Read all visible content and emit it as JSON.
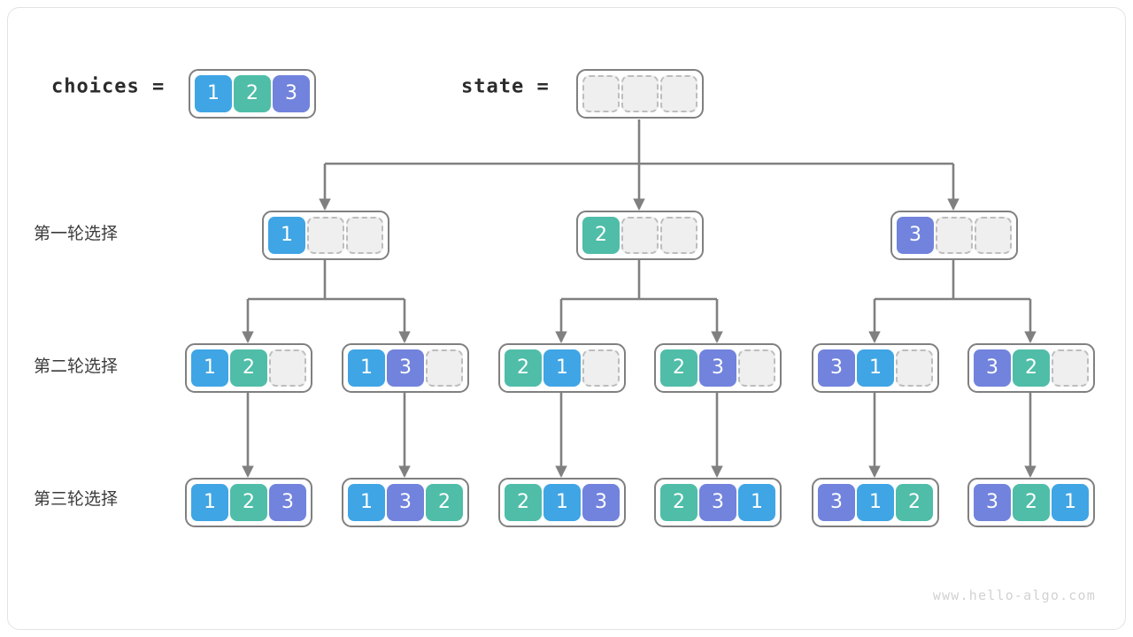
{
  "page": {
    "watermark": "www.hello-algo.com",
    "colors": {
      "value1": "#3FA5E5",
      "value2": "#4FBDA8",
      "value3": "#7183DC",
      "empty_fill": "#efefef",
      "empty_border": "#bdbdbd",
      "array_border": "#808080",
      "edge": "#808080",
      "frame": "#e3e3e3"
    }
  },
  "header": {
    "choices_label": "choices =",
    "choices_values": [
      "1",
      "2",
      "3"
    ],
    "state_label": "state =",
    "state_values": [
      "",
      "",
      ""
    ]
  },
  "row_labels": {
    "round1": "第一轮选择",
    "round2": "第二轮选择",
    "round3": "第三轮选择"
  },
  "tree": {
    "round1": [
      {
        "values": [
          "1",
          "",
          ""
        ]
      },
      {
        "values": [
          "2",
          "",
          ""
        ]
      },
      {
        "values": [
          "3",
          "",
          ""
        ]
      }
    ],
    "round2": [
      {
        "values": [
          "1",
          "2",
          ""
        ]
      },
      {
        "values": [
          "1",
          "3",
          ""
        ]
      },
      {
        "values": [
          "2",
          "1",
          ""
        ]
      },
      {
        "values": [
          "2",
          "3",
          ""
        ]
      },
      {
        "values": [
          "3",
          "1",
          ""
        ]
      },
      {
        "values": [
          "3",
          "2",
          ""
        ]
      }
    ],
    "round3": [
      {
        "values": [
          "1",
          "2",
          "3"
        ]
      },
      {
        "values": [
          "1",
          "3",
          "2"
        ]
      },
      {
        "values": [
          "2",
          "1",
          "3"
        ]
      },
      {
        "values": [
          "2",
          "3",
          "1"
        ]
      },
      {
        "values": [
          "3",
          "1",
          "2"
        ]
      },
      {
        "values": [
          "3",
          "2",
          "1"
        ]
      }
    ]
  }
}
